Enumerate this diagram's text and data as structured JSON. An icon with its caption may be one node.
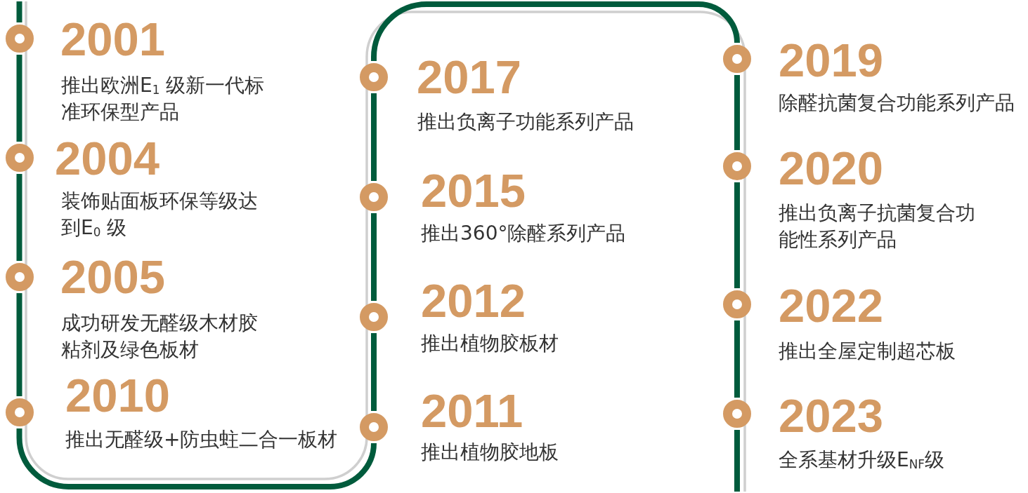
{
  "diagram": {
    "nodes": [
      {
        "text": [],
        "shape": "circle",
        "beside": [
          "2001",
          "推出欧洲E$_{1}$ 级新一代标准环保型产品"
        ]
      },
      {
        "text": [],
        "shape": "circle",
        "beside": [
          "2004",
          "装饰贴面板环保等级达到E$_{0}$ 级"
        ]
      },
      {
        "text": [],
        "shape": "circle",
        "beside": [
          "2005",
          "成功研发无醛级木材胶粘剂及绿色板材"
        ]
      },
      {
        "text": [],
        "shape": "circle",
        "beside": [
          "2010",
          "推出无醛级+防虫蛀二合一板材"
        ]
      },
      {
        "text": [],
        "shape": "circle",
        "beside": [
          "2011",
          "推出植物胶地板"
        ]
      },
      {
        "text": [],
        "shape": "circle",
        "beside": [
          "2012",
          "推出植物胶板材"
        ]
      },
      {
        "text": [],
        "shape": "circle",
        "beside": [
          "2015",
          "推出360°除醛系列产品"
        ]
      },
      {
        "text": [],
        "shape": "circle",
        "beside": [
          "2017",
          "推出负离子功能系列产品"
        ]
      },
      {
        "text": [],
        "shape": "circle",
        "beside": [
          "2019",
          "除醛抗菌复合功能系列产品"
        ]
      },
      {
        "text": [],
        "shape": "circle",
        "beside": [
          "2020",
          "推出负离子抗菌复合功能性系列产品"
        ]
      },
      {
        "text": [],
        "shape": "circle",
        "beside": [
          "2022",
          "推出全屋定制超芯板"
        ]
      },
      {
        "text": [],
        "shape": "circle",
        "beside": [
          "2023",
          "全系基材升级E$_{NF}$级"
        ]
      }
    ],
    "edges": [
      {
        "from": null,
        "to": 0,
        "arrow": "none"
      },
      {
        "from": 0,
        "to": 1,
        "arrow": "none"
      },
      {
        "from": 1,
        "to": 2,
        "arrow": "none"
      },
      {
        "from": 2,
        "to": 3,
        "arrow": "none"
      },
      {
        "from": 3,
        "to": 4,
        "arrow": "none"
      },
      {
        "from": 4,
        "to": 5,
        "arrow": "none"
      },
      {
        "from": 5,
        "to": 6,
        "arrow": "none"
      },
      {
        "from": 6,
        "to": 7,
        "arrow": "none"
      },
      {
        "from": 7,
        "to": 8,
        "arrow": "none"
      },
      {
        "from": 8,
        "to": 9,
        "arrow": "none"
      },
      {
        "from": 9,
        "to": 10,
        "arrow": "none"
      },
      {
        "from": 10,
        "to": 11,
        "arrow": "none"
      },
      {
        "from": 11,
        "to": null,
        "arrow": "none"
      }
    ]
  }
}
